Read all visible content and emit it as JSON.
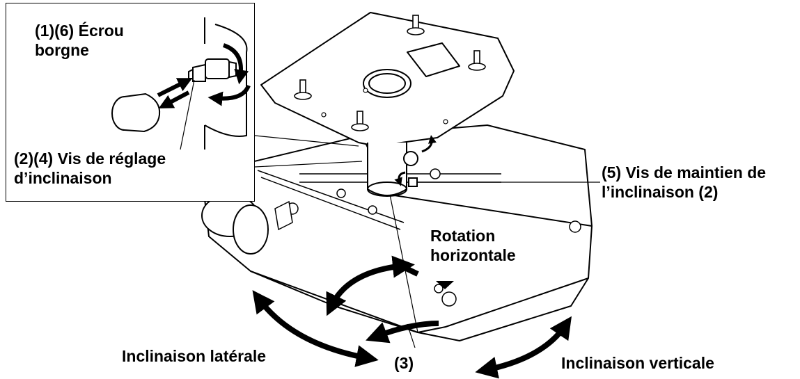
{
  "labels": {
    "cap_nut": {
      "line1": "(1)(6) Écrou",
      "line2": "borgne"
    },
    "tilt_adjust_screw": {
      "line1": "(2)(4) Vis de réglage",
      "line2": "d’inclinaison"
    },
    "tilt_hold_screw": {
      "line1": "(5) Vis de maintien de",
      "line2": "l’inclinaison (2)"
    },
    "horizontal_rotation": {
      "line1": "Rotation",
      "line2": "horizontale"
    },
    "lateral_tilt": "Inclinaison latérale",
    "step_3": "(3)",
    "vertical_tilt": "Inclinaison verticale"
  },
  "colors": {
    "ink": "#000000",
    "paper": "#ffffff"
  }
}
